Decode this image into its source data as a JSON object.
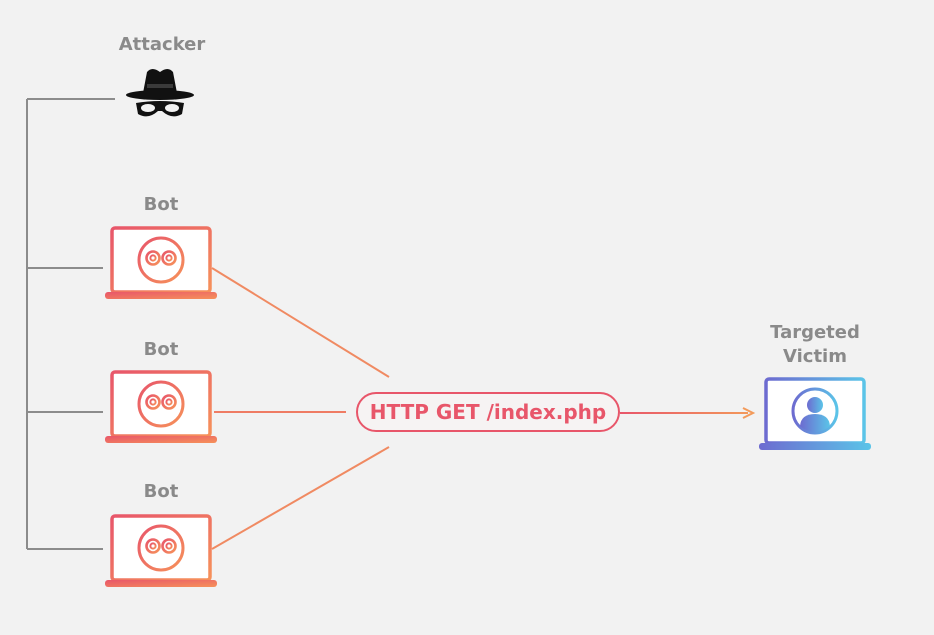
{
  "attacker": {
    "label": "Attacker",
    "icon": "spy-hat-glasses-icon"
  },
  "bots": [
    {
      "label": "Bot",
      "icon": "robot-face-icon"
    },
    {
      "label": "Bot",
      "icon": "robot-face-icon"
    },
    {
      "label": "Bot",
      "icon": "robot-face-icon"
    }
  ],
  "request": {
    "label": "HTTP GET /index.php"
  },
  "victim": {
    "label_line1": "Targeted",
    "label_line2": "Victim",
    "icon": "user-avatar-icon"
  },
  "colors": {
    "background": "#f2f2f2",
    "label_gray": "#8a8a8a",
    "line_gray": "#8c8c8c",
    "bot_gradient_start": "#e8566a",
    "bot_gradient_end": "#f6915a",
    "victim_gradient_start": "#6d6bd0",
    "victim_gradient_end": "#5bc4e8",
    "request_text": "#e8566a"
  }
}
